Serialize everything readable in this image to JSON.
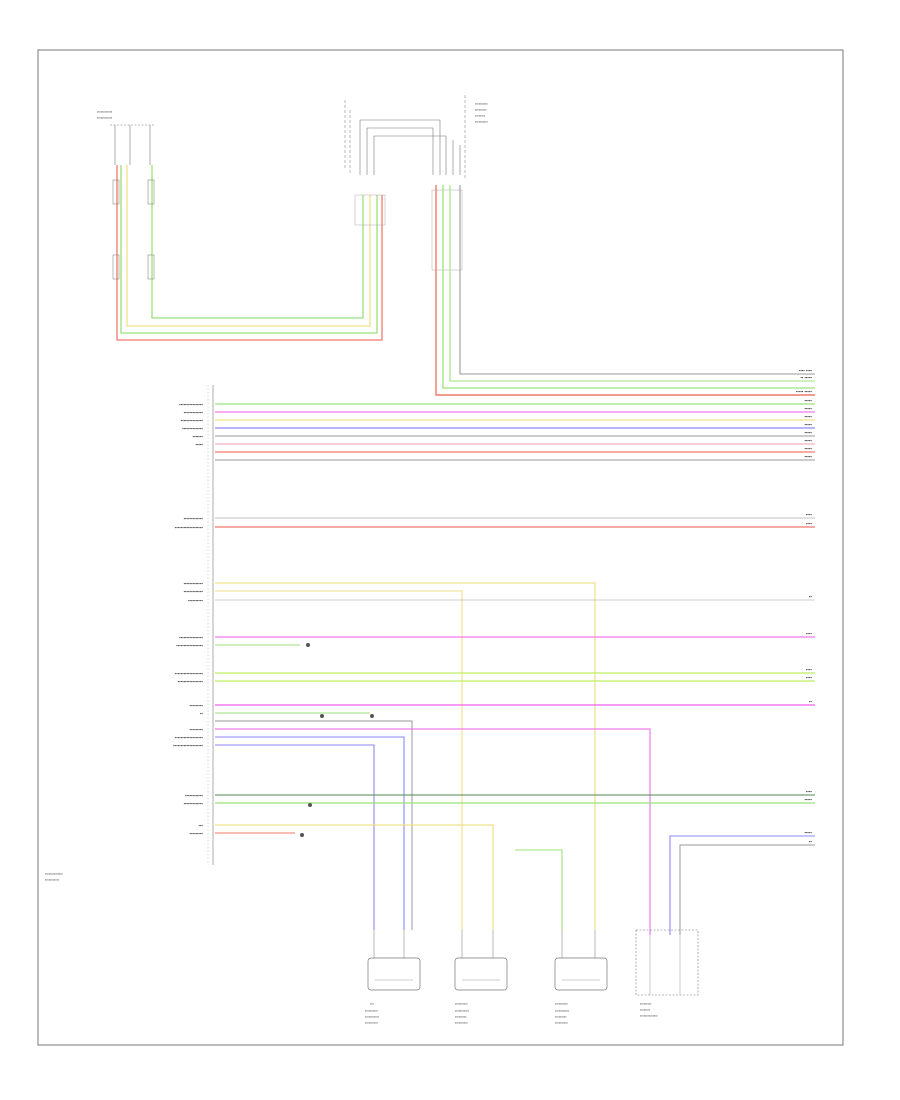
{
  "sheet": {
    "footer_code": ""
  },
  "diagram": {
    "colors": {
      "green": "#9be27a",
      "yellow": "#f0e08a",
      "red": "#f07a6a",
      "magenta": "#f07aef",
      "blue": "#8a8af5",
      "gray": "#9a9a9a",
      "dark_green": "#4f8a4f",
      "light_gray": "#cfcfcf",
      "pink": "#f0a0b0",
      "lime": "#c7f07a",
      "frame": "#777777"
    },
    "components": [
      {
        "id": "ac-pressure-sensor",
        "label": ""
      },
      {
        "id": "hvac-harness-connector",
        "label": ""
      },
      {
        "id": "hvac-control-module",
        "label": ""
      },
      {
        "id": "actuator-1",
        "label": ""
      },
      {
        "id": "actuator-2",
        "label": ""
      },
      {
        "id": "actuator-3",
        "label": ""
      },
      {
        "id": "rear-control-module",
        "label": ""
      }
    ]
  }
}
